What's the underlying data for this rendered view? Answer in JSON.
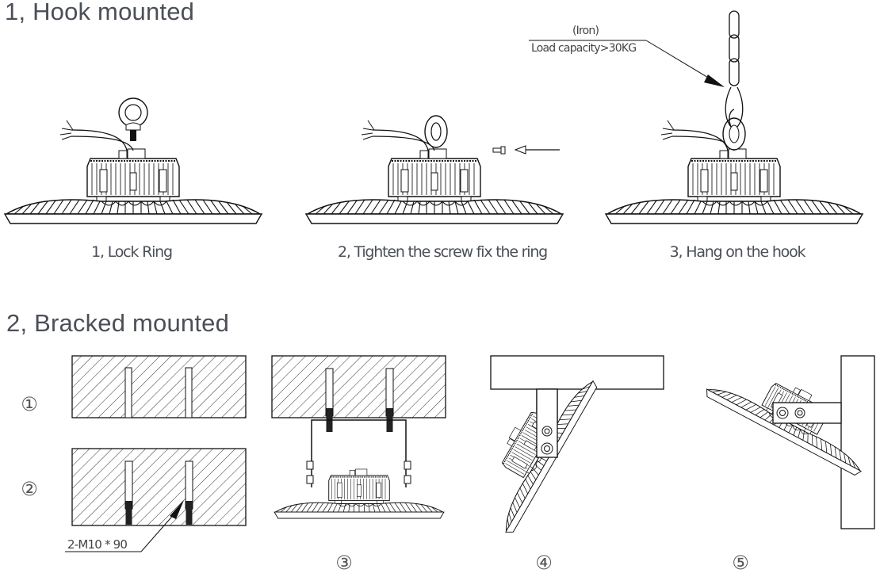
{
  "sections": [
    {
      "heading": "1, Hook mounted",
      "steps": [
        {
          "caption": "1, Lock Ring"
        },
        {
          "caption": "2, Tighten the screw fix the ring"
        },
        {
          "caption": "3, Hang on the hook"
        }
      ],
      "chain_note": {
        "material": "(Iron)",
        "capacity": "Load capacity>30KG"
      }
    },
    {
      "heading": "2, Bracked mounted",
      "steps": [
        {
          "marker": "①"
        },
        {
          "marker": "②"
        },
        {
          "marker": "③"
        },
        {
          "marker": "④"
        },
        {
          "marker": "⑤"
        }
      ],
      "bolt_note": "2-M10 * 90"
    }
  ],
  "colors": {
    "text": "#4b4f57",
    "line": "#111111"
  }
}
